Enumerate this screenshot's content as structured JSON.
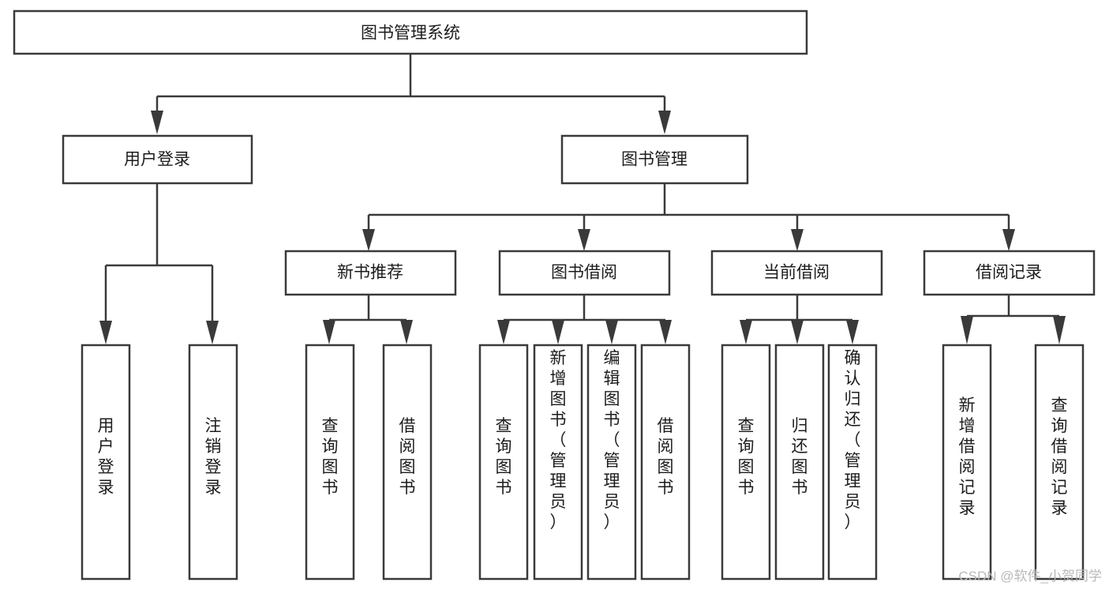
{
  "diagram": {
    "type": "tree-hierarchy",
    "title": "图书管理系统",
    "root": {
      "id": "root",
      "label": "图书管理系统",
      "orientation": "horizontal"
    },
    "level1": [
      {
        "id": "user-login",
        "label": "用户登录",
        "orientation": "horizontal"
      },
      {
        "id": "book-manage",
        "label": "图书管理",
        "orientation": "horizontal"
      }
    ],
    "level2": [
      {
        "id": "new-book-rec",
        "label": "新书推荐",
        "parent": "book-manage",
        "orientation": "horizontal"
      },
      {
        "id": "book-borrow",
        "label": "图书借阅",
        "parent": "book-manage",
        "orientation": "horizontal"
      },
      {
        "id": "current-borrow",
        "label": "当前借阅",
        "parent": "book-manage",
        "orientation": "horizontal"
      },
      {
        "id": "borrow-record",
        "label": "借阅记录",
        "parent": "book-manage",
        "orientation": "horizontal"
      }
    ],
    "leaves": [
      {
        "id": "leaf-user-login",
        "label": "用户登录",
        "parent": "user-login",
        "orientation": "vertical",
        "align": "middle"
      },
      {
        "id": "leaf-user-logout",
        "label": "注销登录",
        "parent": "user-login",
        "orientation": "vertical",
        "align": "middle"
      },
      {
        "id": "leaf-query-book-1",
        "label": "查询图书",
        "parent": "new-book-rec",
        "orientation": "vertical",
        "align": "middle"
      },
      {
        "id": "leaf-borrow-book-1",
        "label": "借阅图书",
        "parent": "new-book-rec",
        "orientation": "vertical",
        "align": "middle"
      },
      {
        "id": "leaf-query-book-2",
        "label": "查询图书",
        "parent": "book-borrow",
        "orientation": "vertical",
        "align": "middle"
      },
      {
        "id": "leaf-add-book",
        "label": "新增图书（管理员）",
        "parent": "book-borrow",
        "orientation": "vertical",
        "align": "top"
      },
      {
        "id": "leaf-edit-book",
        "label": "编辑图书（管理员）",
        "parent": "book-borrow",
        "orientation": "vertical",
        "align": "top"
      },
      {
        "id": "leaf-borrow-book-2",
        "label": "借阅图书",
        "parent": "book-borrow",
        "orientation": "vertical",
        "align": "middle"
      },
      {
        "id": "leaf-query-book-3",
        "label": "查询图书",
        "parent": "current-borrow",
        "orientation": "vertical",
        "align": "middle"
      },
      {
        "id": "leaf-return-book",
        "label": "归还图书",
        "parent": "current-borrow",
        "orientation": "vertical",
        "align": "middle"
      },
      {
        "id": "leaf-confirm-return",
        "label": "确认归还（管理员）",
        "parent": "current-borrow",
        "orientation": "vertical",
        "align": "top"
      },
      {
        "id": "leaf-add-record",
        "label": "新增借阅记录",
        "parent": "borrow-record",
        "orientation": "vertical",
        "align": "middle"
      },
      {
        "id": "leaf-query-record",
        "label": "查询借阅记录",
        "parent": "borrow-record",
        "orientation": "vertical",
        "align": "middle"
      }
    ],
    "colors": {
      "box_stroke": "#3a3a3a",
      "box_fill": "#ffffff",
      "connector": "#3a3a3a",
      "text": "#1c1c1c",
      "background": "#ffffff",
      "watermark": "#b9b9b9"
    }
  },
  "watermark": {
    "text": "CSDN @软件_小贺同学"
  }
}
